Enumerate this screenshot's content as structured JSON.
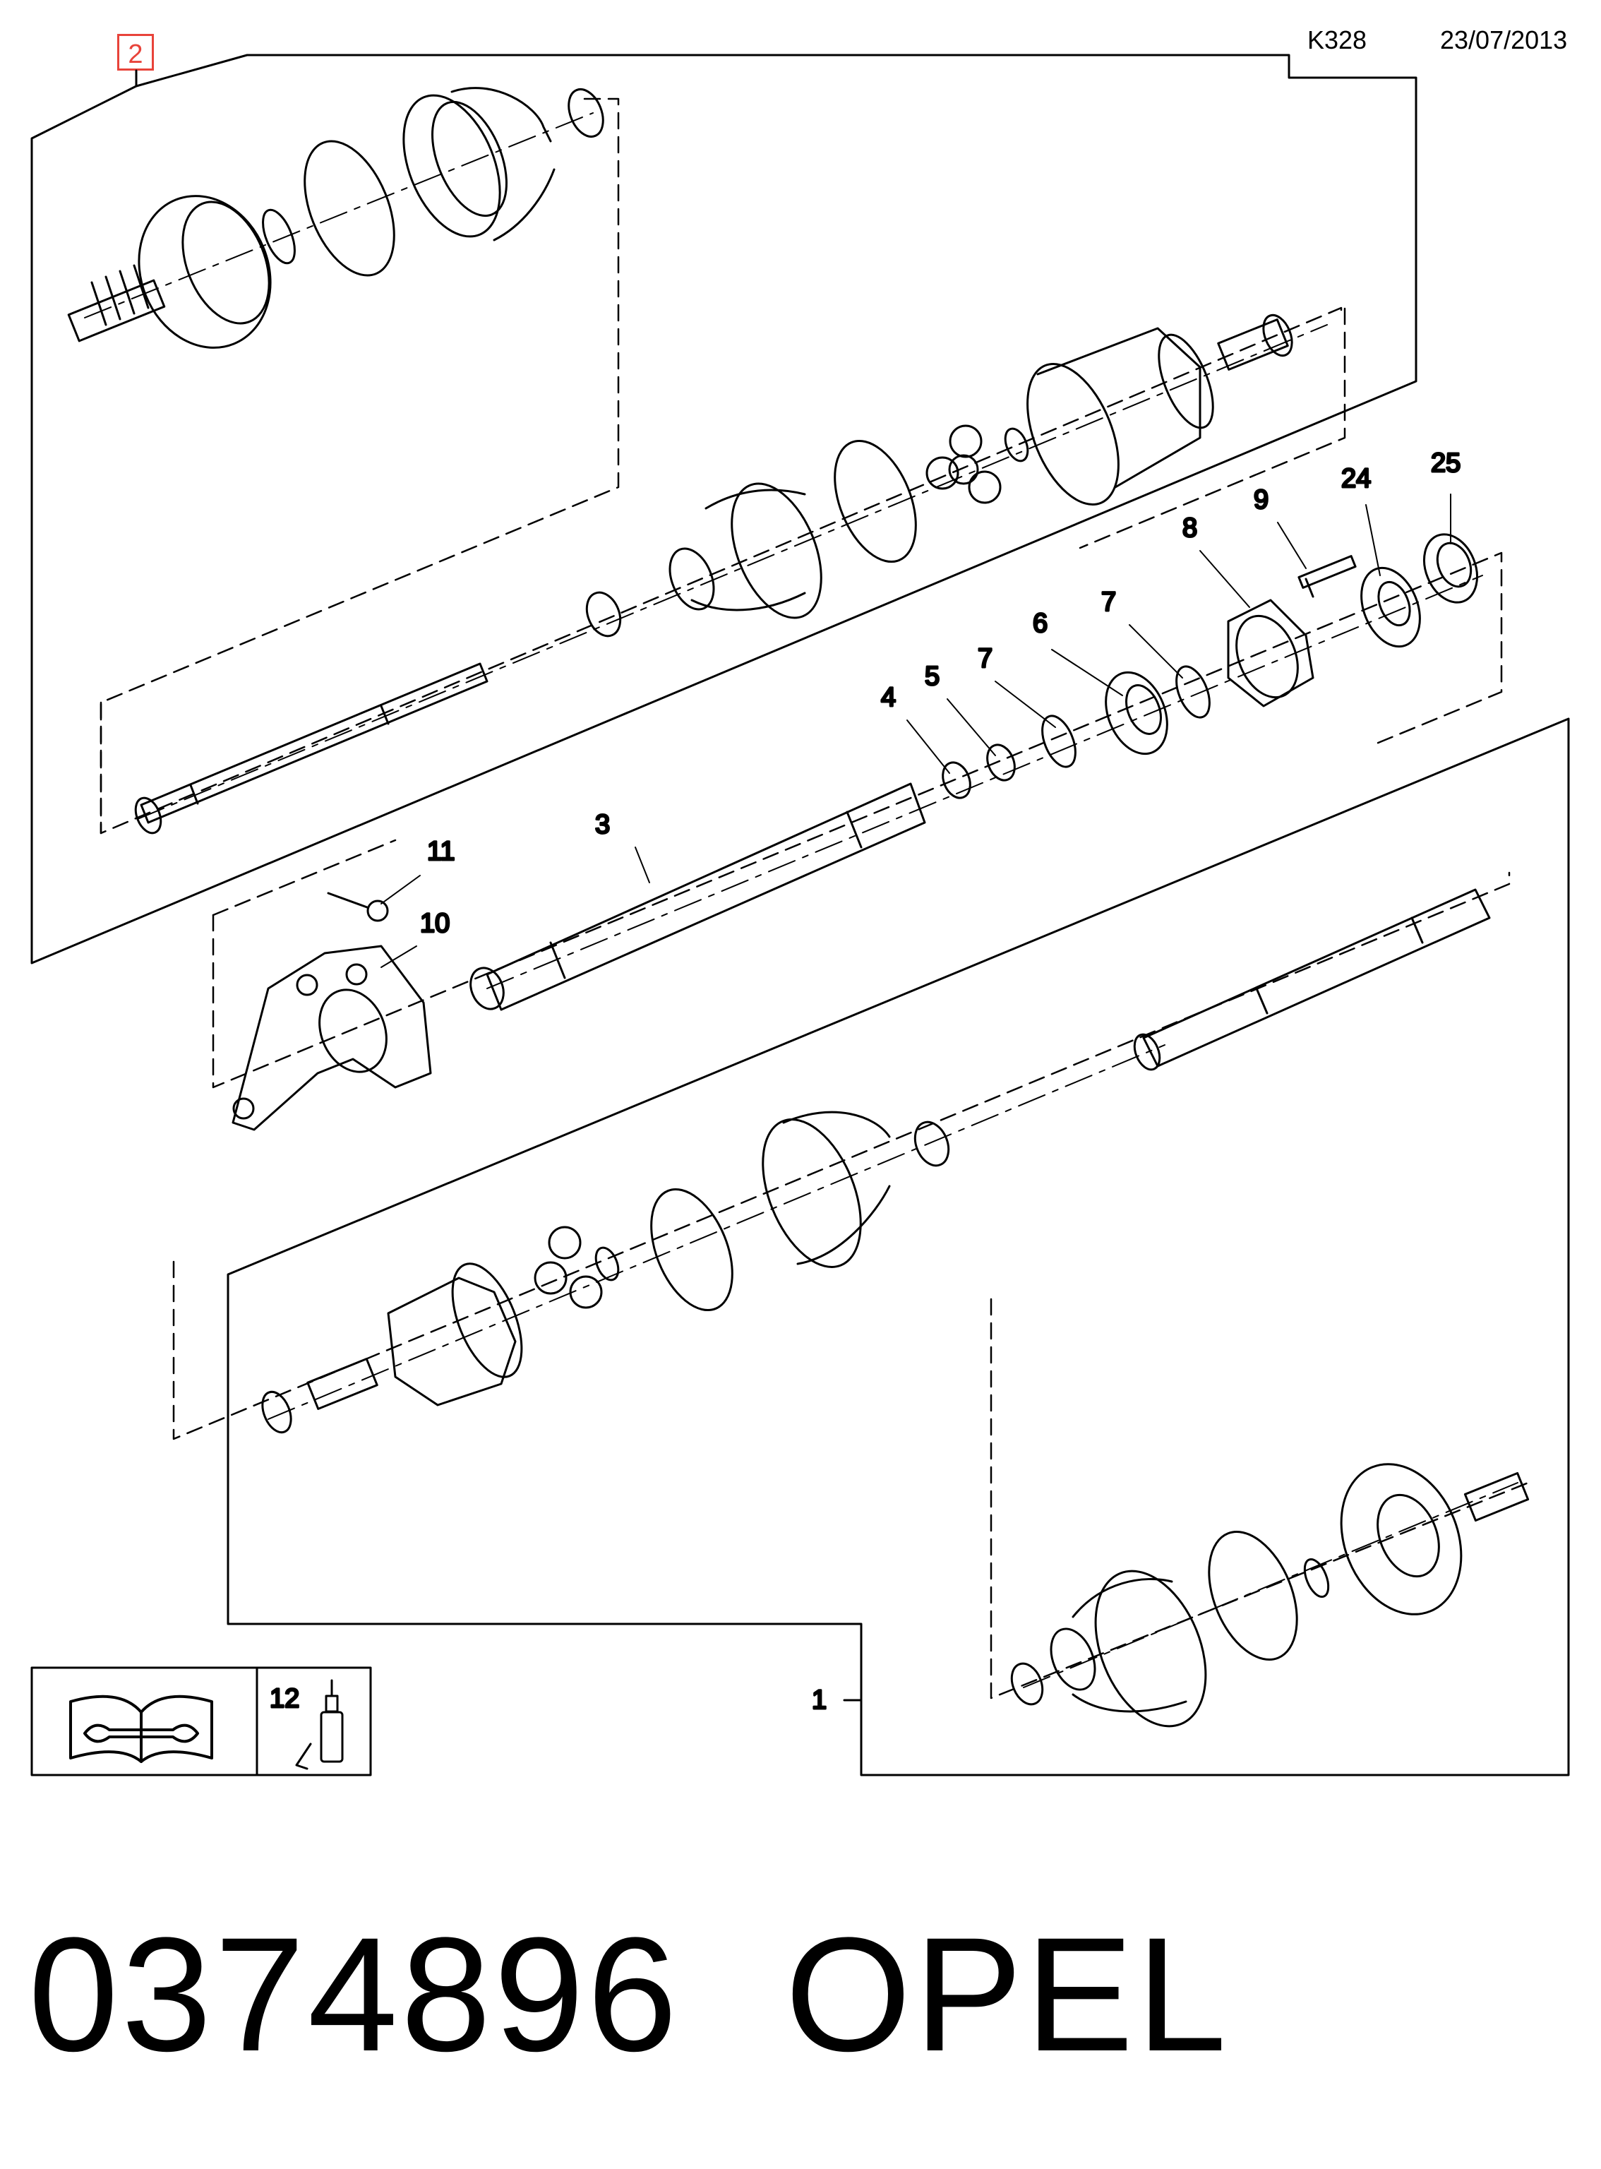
{
  "header": {
    "code": "K328",
    "date": "23/07/2013"
  },
  "group_ref": "2",
  "callouts": {
    "c1": "1",
    "c3": "3",
    "c4": "4",
    "c5": "5",
    "c6": "6",
    "c7a": "7",
    "c7b": "7",
    "c8": "8",
    "c9": "9",
    "c10": "10",
    "c11": "11",
    "c12": "12",
    "c24": "24",
    "c25": "25"
  },
  "footer": {
    "part_number": "0374896",
    "brand": "OPEL"
  },
  "icons": {
    "manual": "manual-wrench-icon",
    "lubricant": "lubricant-bottle-icon"
  }
}
